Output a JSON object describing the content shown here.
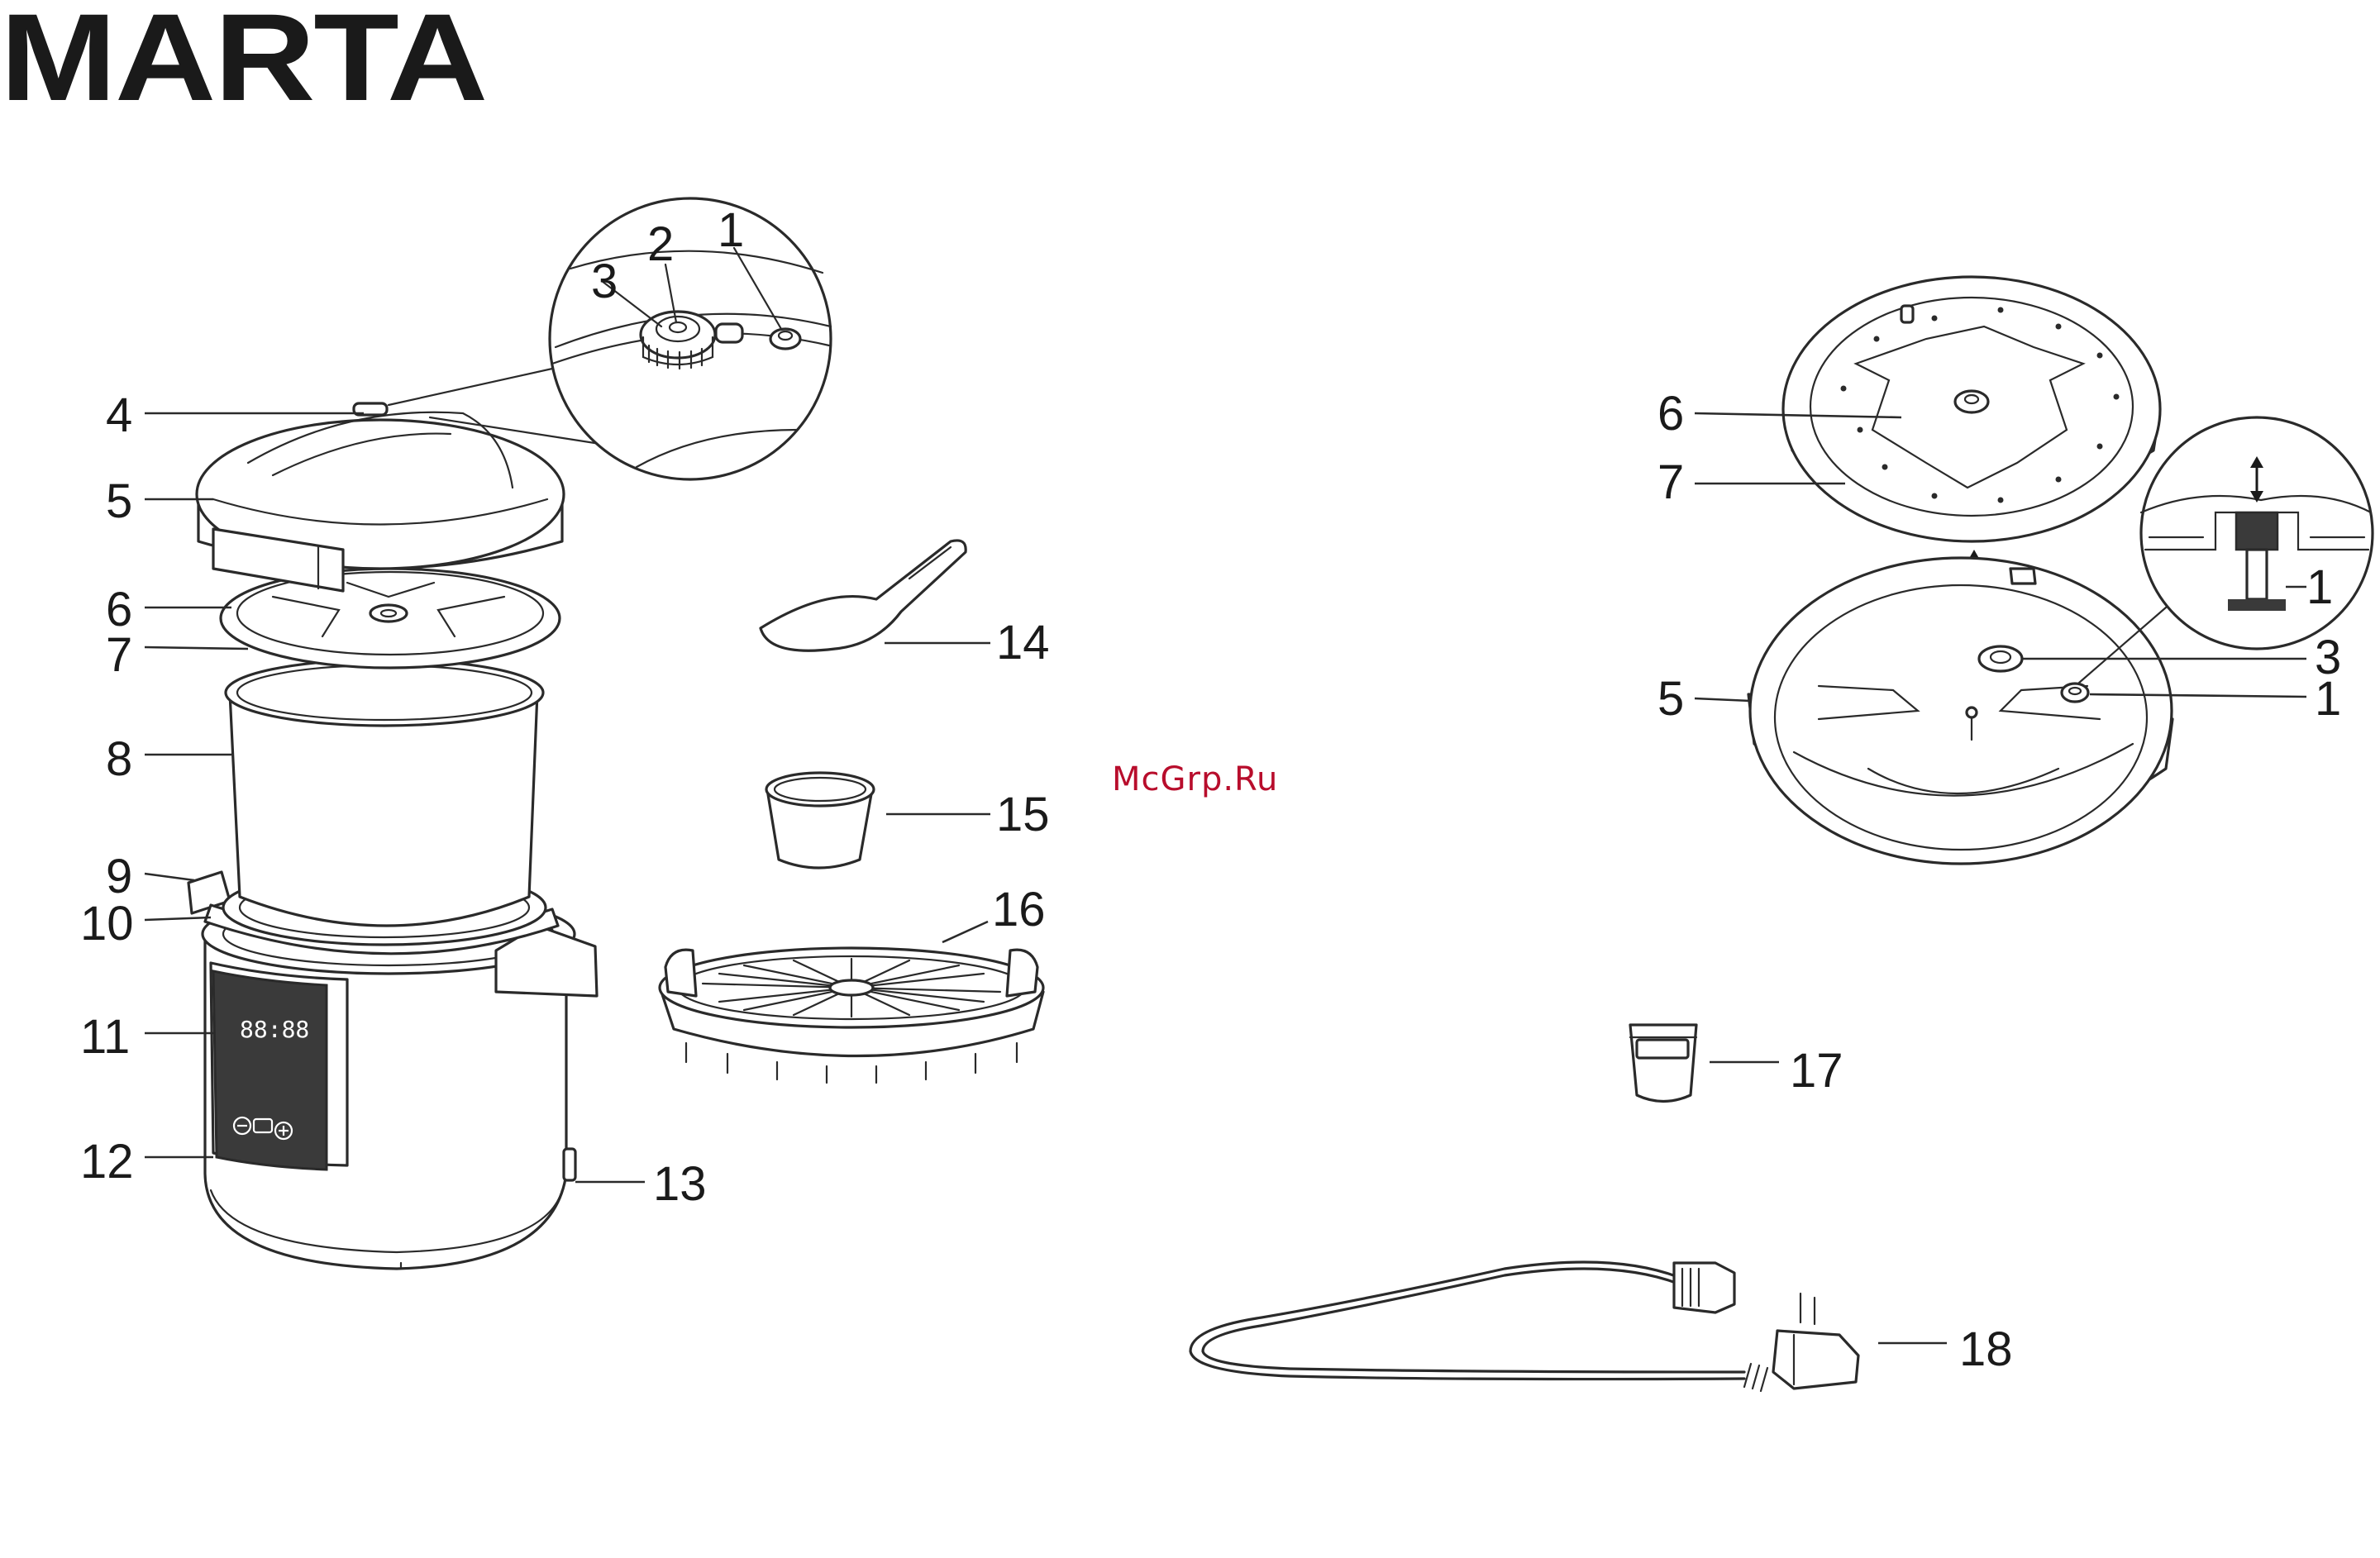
{
  "brand": {
    "logo_text": "MARTA"
  },
  "watermark": {
    "text": "McGrp.Ru"
  },
  "labels": {
    "cooker": {
      "l1": "1",
      "l2": "2",
      "l3": "3",
      "l4": "4",
      "l5": "5",
      "l6": "6",
      "l7": "7",
      "l8": "8",
      "l9": "9",
      "l10": "10",
      "l11": "11",
      "l12": "12",
      "l13": "13"
    },
    "accessories": {
      "l14": "14",
      "l15": "15",
      "l16": "16",
      "l17": "17",
      "l18": "18"
    },
    "lid_detail": {
      "l6": "6",
      "l7": "7",
      "l5": "5",
      "l1_inset": "1",
      "l3": "3",
      "l1": "1"
    }
  },
  "display": {
    "digits": "88:88"
  },
  "icons": [
    "minus-icon",
    "menu-icon",
    "plus-icon",
    "up-down-arrow-icon",
    "double-arrow-icon"
  ]
}
